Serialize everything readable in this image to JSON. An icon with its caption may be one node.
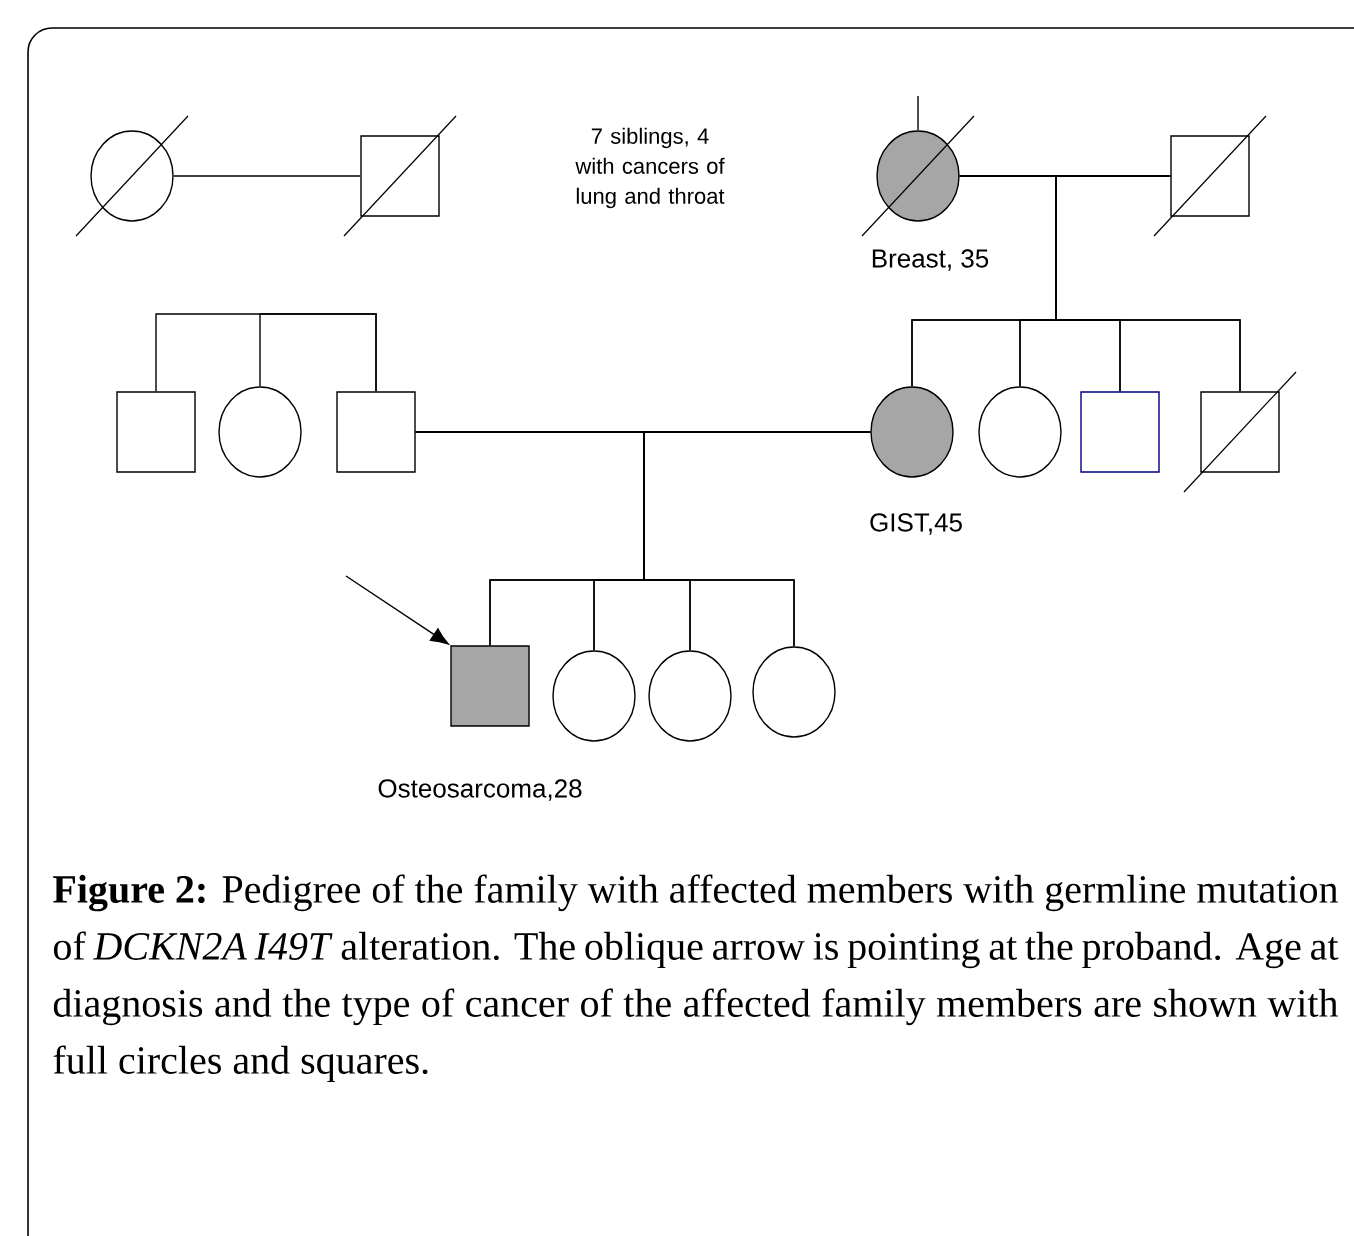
{
  "diagram": {
    "caption": "**Figure 2:** Pedigree of the family with affected members with germline mutation of *DCKN2A I49T* alteration. The oblique arrow is pointing at the proband. Age at diagnosis and the type of cancer of the affected family members are shown with full circles and squares.",
    "nodes": [
      {
        "text": [],
        "shape": "circle"
      },
      {
        "text": [],
        "shape": "box"
      },
      {
        "text": [],
        "shape": "circle",
        "beside": [
          "Breast, 35"
        ]
      },
      {
        "text": [],
        "shape": "box"
      },
      {
        "text": [],
        "shape": "box"
      },
      {
        "text": [],
        "shape": "circle"
      },
      {
        "text": [],
        "shape": "box"
      },
      {
        "text": [],
        "shape": "circle",
        "beside": [
          "GIST,45"
        ]
      },
      {
        "text": [],
        "shape": "circle"
      },
      {
        "text": [],
        "shape": "box"
      },
      {
        "text": [],
        "shape": "box"
      },
      {
        "text": [],
        "shape": "box",
        "beside": [
          "Osteosarcoma,28"
        ]
      },
      {
        "text": [],
        "shape": "circle"
      },
      {
        "text": [],
        "shape": "circle"
      },
      {
        "text": [],
        "shape": "circle"
      }
    ],
    "edges": [
      {
        "from": 0,
        "to": 1,
        "arrow": "none"
      },
      {
        "from": 2,
        "to": 3,
        "arrow": "none"
      },
      {
        "from": null,
        "to": 2,
        "arrow": "none"
      },
      {
        "from": 4,
        "to": 6,
        "arrow": "none"
      },
      {
        "from": 5,
        "to": 6,
        "arrow": "none"
      },
      {
        "from": 2,
        "to": 7,
        "arrow": "none"
      },
      {
        "from": 2,
        "to": 8,
        "arrow": "none"
      },
      {
        "from": 2,
        "to": 9,
        "arrow": "none"
      },
      {
        "from": 2,
        "to": 10,
        "arrow": "none"
      },
      {
        "from": 3,
        "to": 7,
        "arrow": "none"
      },
      {
        "from": 3,
        "to": 8,
        "arrow": "none"
      },
      {
        "from": 3,
        "to": 9,
        "arrow": "none"
      },
      {
        "from": 3,
        "to": 10,
        "arrow": "none"
      },
      {
        "from": 6,
        "to": 7,
        "arrow": "none"
      },
      {
        "from": 6,
        "to": 11,
        "arrow": "none"
      },
      {
        "from": 6,
        "to": 12,
        "arrow": "none"
      },
      {
        "from": 6,
        "to": 13,
        "arrow": "none"
      },
      {
        "from": 6,
        "to": 14,
        "arrow": "none"
      },
      {
        "from": 7,
        "to": 11,
        "arrow": "none"
      },
      {
        "from": 7,
        "to": 12,
        "arrow": "none"
      },
      {
        "from": 7,
        "to": 13,
        "arrow": "none"
      },
      {
        "from": 7,
        "to": 14,
        "arrow": "none"
      },
      {
        "from": null,
        "to": 11,
        "arrow": "to"
      }
    ],
    "labels": [
      "7 siblings, 4 with cancers of lung and throat"
    ]
  }
}
